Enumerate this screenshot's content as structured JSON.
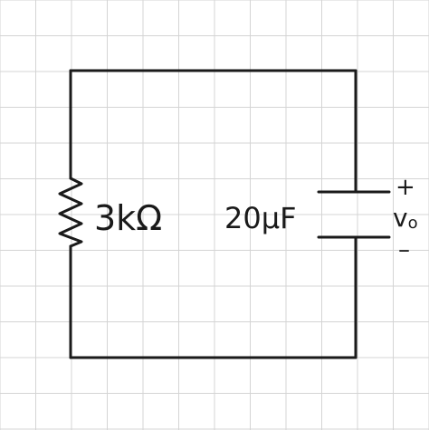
{
  "diagram": {
    "type": "circuit",
    "components": [
      {
        "id": "resistor",
        "kind": "resistor",
        "label": "3kΩ"
      },
      {
        "id": "capacitor",
        "kind": "capacitor",
        "label": "20μF"
      }
    ],
    "voltage": {
      "label": "v",
      "subscript": "o",
      "plus": "+",
      "minus": "–"
    }
  },
  "colors": {
    "grid": "#d4d4d4",
    "ink": "#1a1a1a",
    "background": "#ffffff"
  }
}
